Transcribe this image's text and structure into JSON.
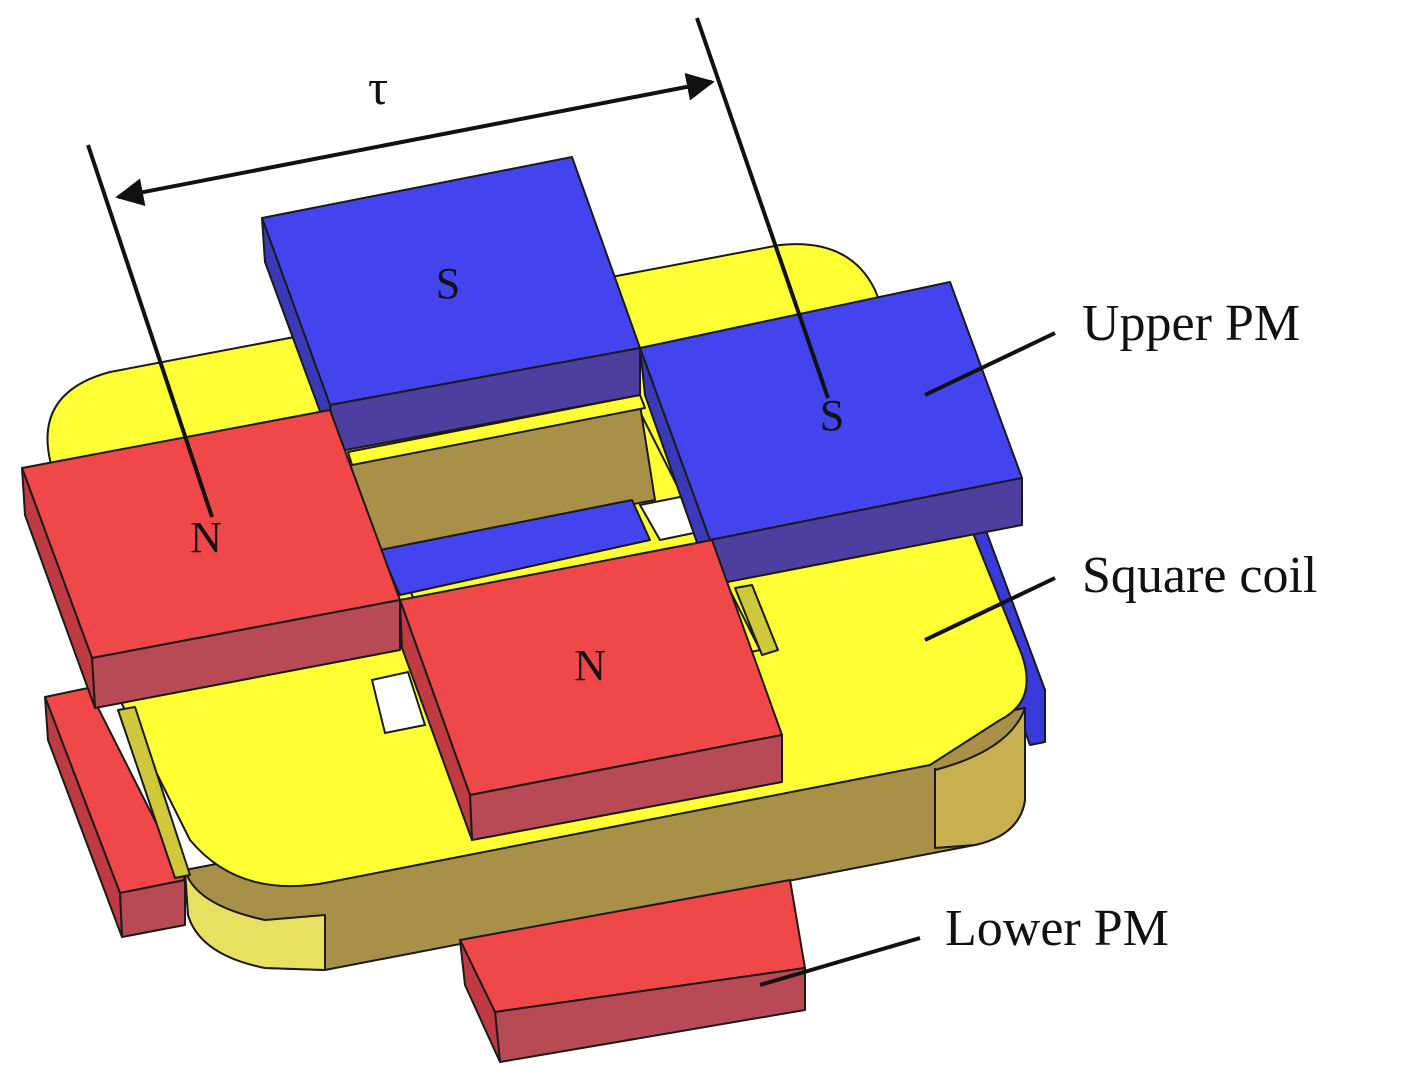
{
  "labels": {
    "tau": "τ",
    "upper_pm": "Upper PM",
    "square_coil": "Square coil",
    "lower_pm": "Lower PM"
  },
  "poles": {
    "back_blue": "S",
    "right_blue": "S",
    "left_red": "N",
    "front_red": "N"
  },
  "colors": {
    "blue_top": "#4444ee",
    "blue_side": "#4d3fa0",
    "red_top": "#f04848",
    "red_side": "#b84a55",
    "coil_top": "#ffff33",
    "coil_side": "#a89048",
    "coil_corner": "#e8e060",
    "line": "#111111",
    "background": "#ffffff"
  }
}
